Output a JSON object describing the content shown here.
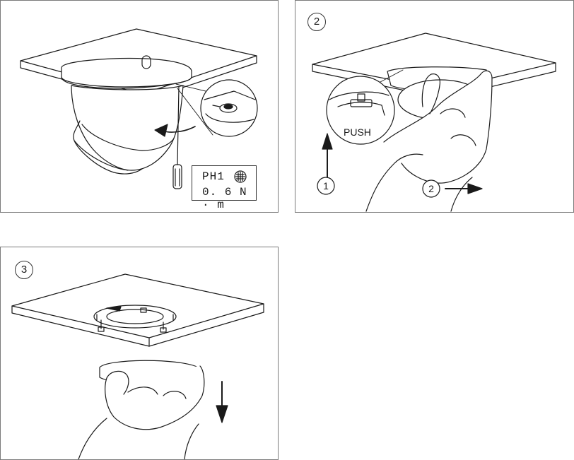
{
  "panels": [
    {
      "id": "panel-1",
      "spec": {
        "bit": "PH1",
        "torque": "0. 6 N · m"
      }
    },
    {
      "id": "panel-2",
      "step": "2",
      "push_label": "PUSH",
      "arrow_labels": [
        "1",
        "2"
      ]
    },
    {
      "id": "panel-3",
      "step": "3"
    }
  ],
  "colors": {
    "line": "#1a1a1a",
    "border": "#7a7a7a",
    "background": "#ffffff"
  }
}
